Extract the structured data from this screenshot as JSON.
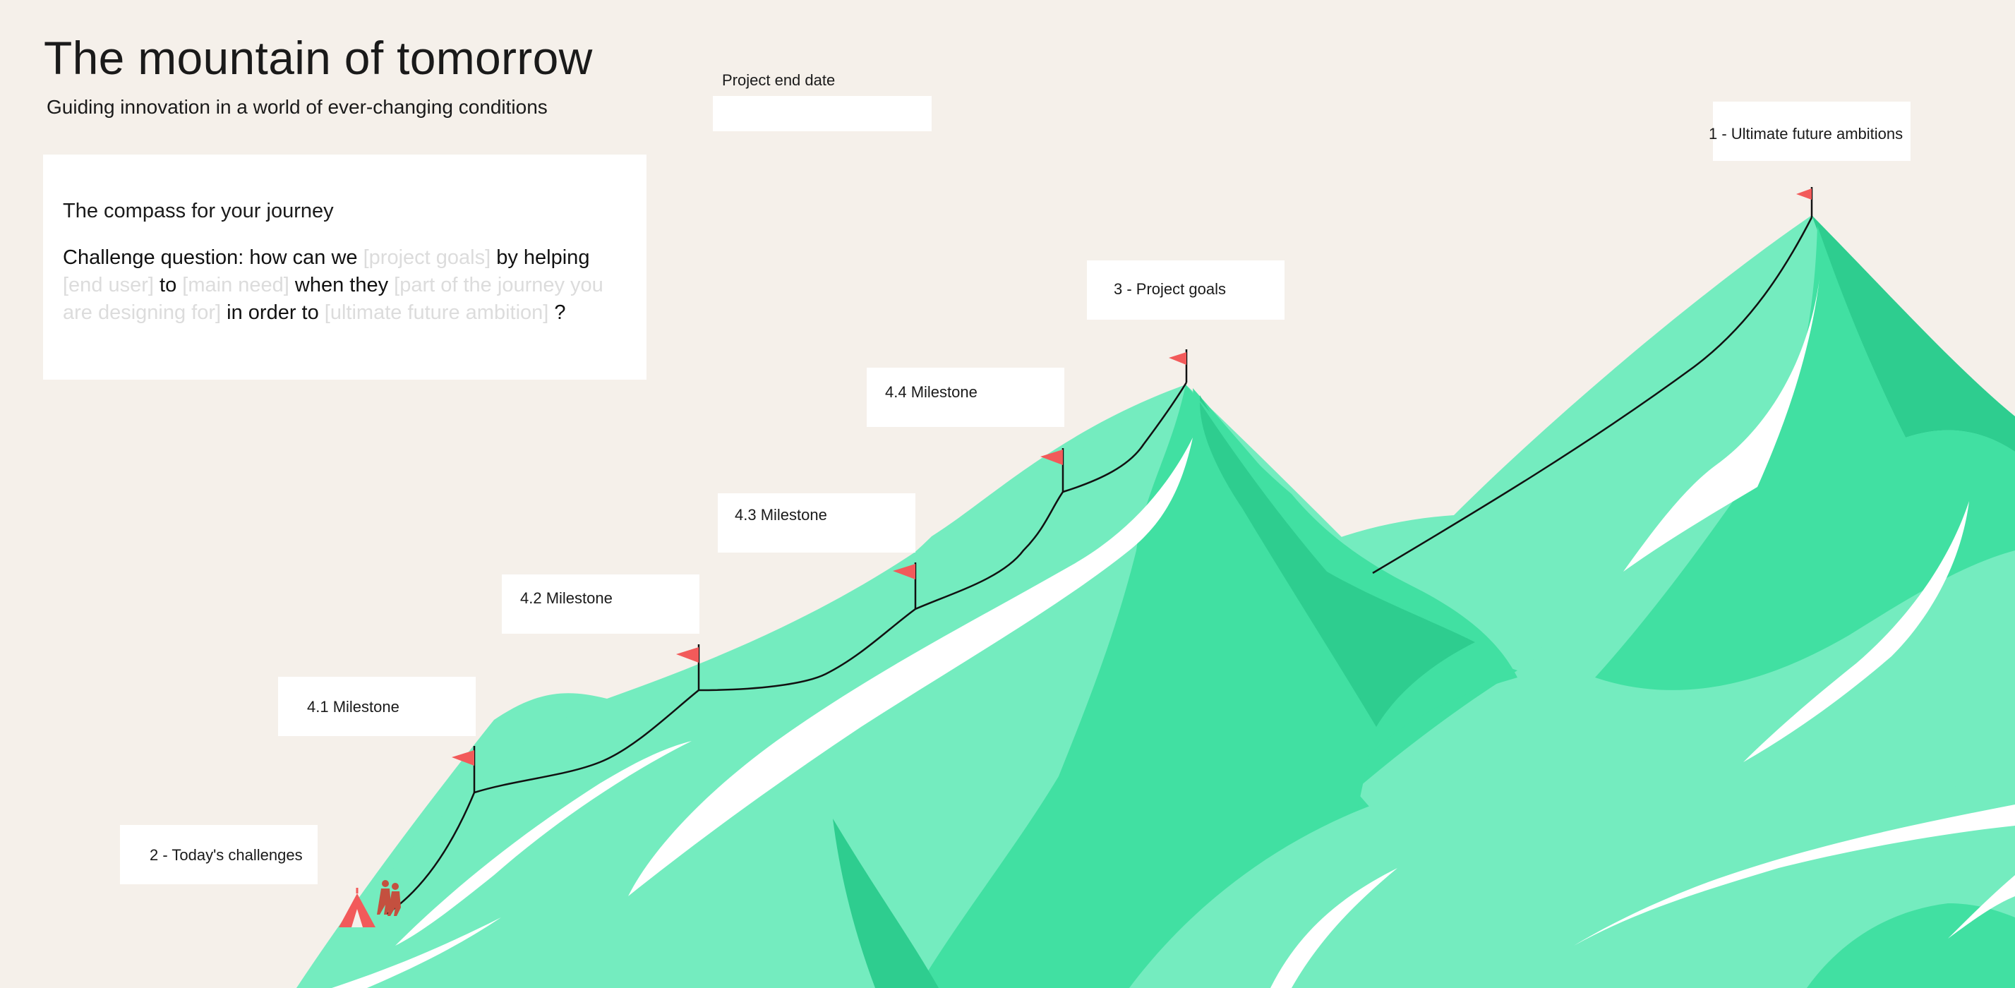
{
  "header": {
    "title": "The mountain of tomorrow",
    "subtitle": "Guiding innovation in a world of ever-changing conditions"
  },
  "compass": {
    "heading": "The compass for your journey",
    "q_start": "Challenge question: how can we ",
    "ph_goals": "[project goals]",
    "q_mid1": " by helping ",
    "ph_user": "[end user]",
    "q_mid2": " to ",
    "ph_need": "[main need]",
    "q_mid3": " when they ",
    "ph_journey": "[part of the journey you are designing for]",
    "q_mid4": " in order to ",
    "ph_ambition": "[ultimate future ambition]",
    "q_end": " ?"
  },
  "project_end": {
    "label": "Project end date",
    "value": ""
  },
  "labels": {
    "ambitions": "1 - Ultimate future ambitions",
    "goals": "3 - Project goals",
    "m44": "4.4 Milestone",
    "m43": "4.3 Milestone",
    "m42": "4.2 Milestone",
    "m41": "4.1 Milestone",
    "challenges": "2 - Today's challenges"
  },
  "colors": {
    "background": "#f5f0ea",
    "mountain_light": "#74ecbf",
    "mountain_mid": "#41e0a2",
    "mountain_dark": "#2ecd8f",
    "snow": "#ffffff",
    "flag": "#f25a5a",
    "path": "#111111"
  },
  "icons": [
    "flag-icon",
    "tent-icon",
    "hikers-icon"
  ]
}
